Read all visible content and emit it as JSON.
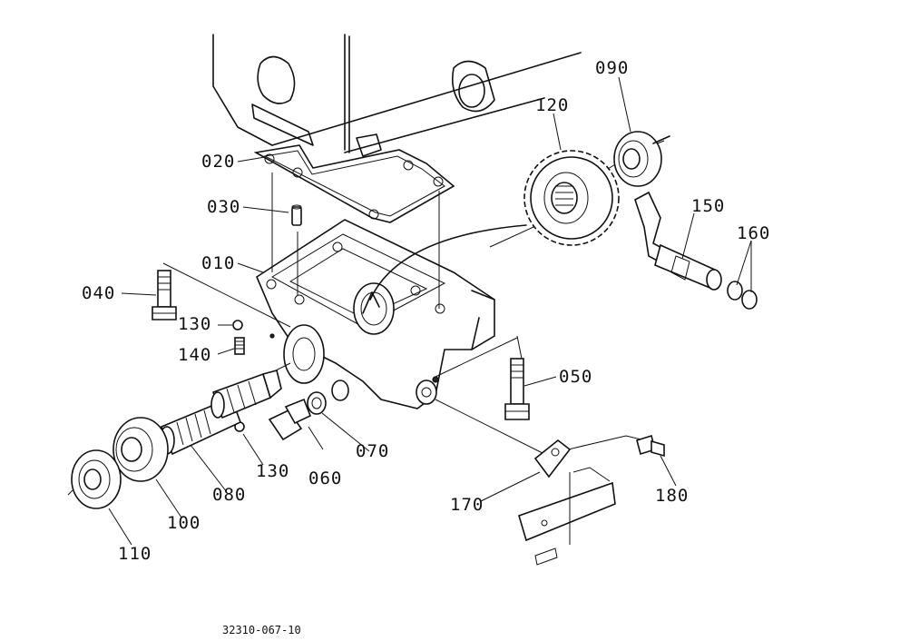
{
  "diagram": {
    "reference_code": "32310-067-10",
    "callouts": [
      {
        "id": "c010",
        "label": "010"
      },
      {
        "id": "c020",
        "label": "020"
      },
      {
        "id": "c030",
        "label": "030"
      },
      {
        "id": "c040",
        "label": "040"
      },
      {
        "id": "c050",
        "label": "050"
      },
      {
        "id": "c060",
        "label": "060"
      },
      {
        "id": "c070",
        "label": "070"
      },
      {
        "id": "c080",
        "label": "080"
      },
      {
        "id": "c090",
        "label": "090"
      },
      {
        "id": "c100",
        "label": "100"
      },
      {
        "id": "c110",
        "label": "110"
      },
      {
        "id": "c120",
        "label": "120"
      },
      {
        "id": "c130a",
        "label": "130"
      },
      {
        "id": "c130b",
        "label": "130"
      },
      {
        "id": "c140",
        "label": "140"
      },
      {
        "id": "c150",
        "label": "150"
      },
      {
        "id": "c160",
        "label": "160"
      },
      {
        "id": "c170",
        "label": "170"
      },
      {
        "id": "c180",
        "label": "180"
      }
    ]
  }
}
